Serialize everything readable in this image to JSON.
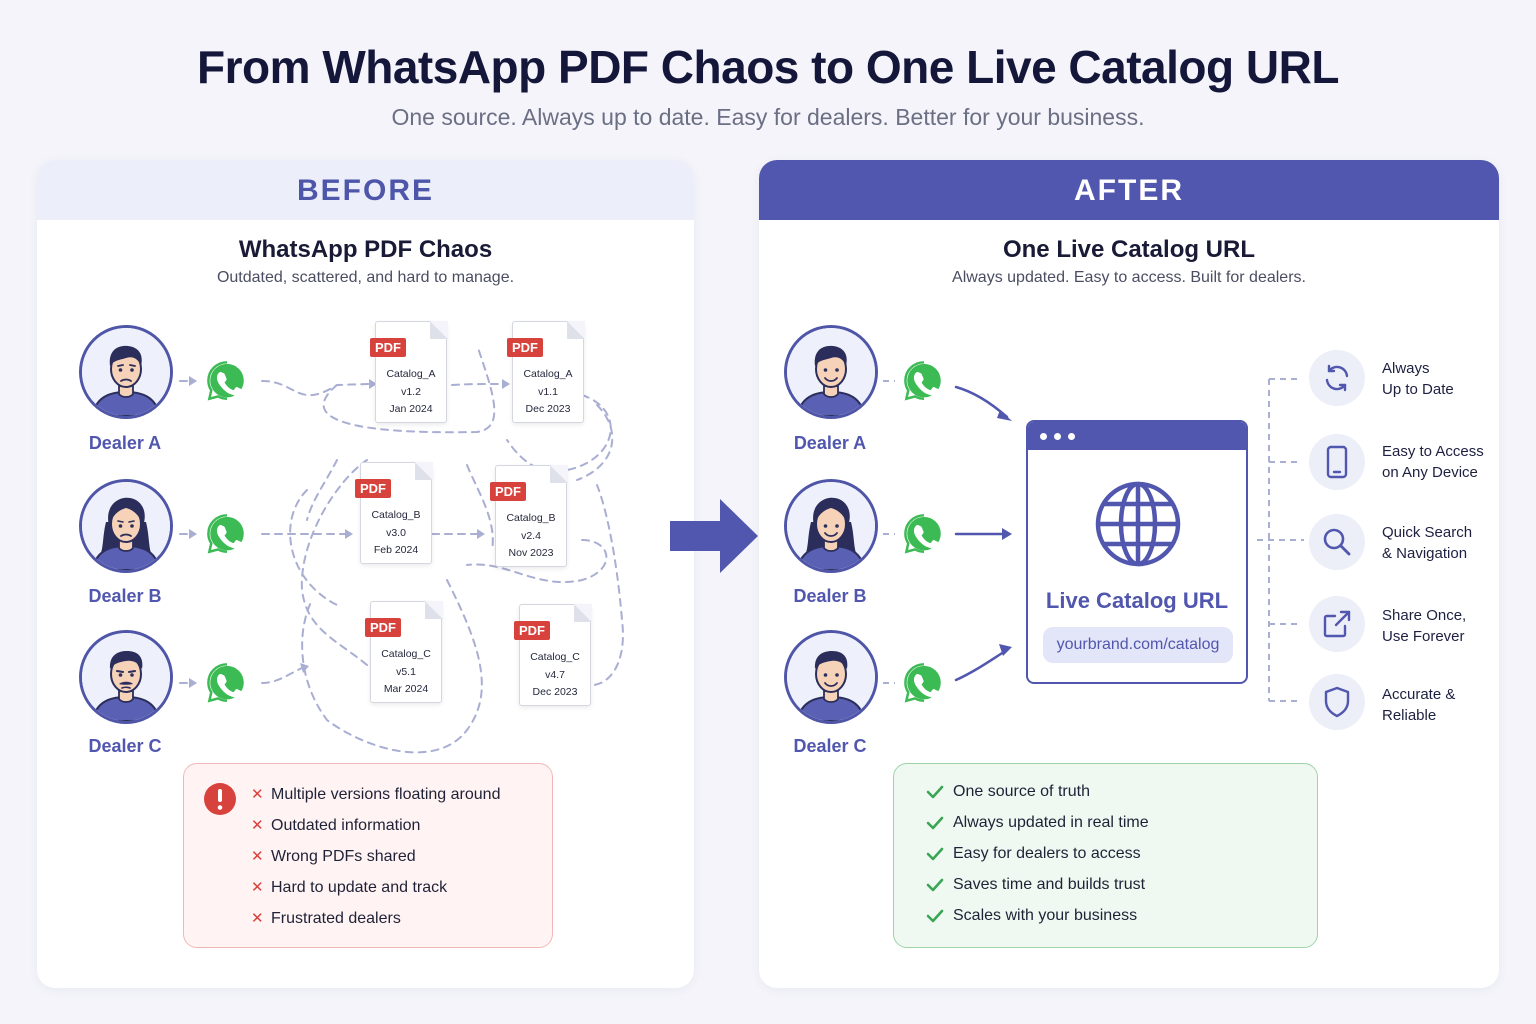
{
  "title": "From WhatsApp PDF Chaos to One Live Catalog URL",
  "subtitle": "One source. Always up to date. Easy for dealers. Better for your business.",
  "before": {
    "header": "BEFORE",
    "title": "WhatsApp PDF Chaos",
    "subtitle": "Outdated, scattered, and hard to manage.",
    "dealers": [
      "Dealer A",
      "Dealer B",
      "Dealer C"
    ],
    "badge": "PDF",
    "docs": [
      {
        "name": "Catalog_A",
        "version": "v1.2",
        "date": "Jan 2024"
      },
      {
        "name": "Catalog_A",
        "version": "v1.1",
        "date": "Dec 2023"
      },
      {
        "name": "Catalog_B",
        "version": "v3.0",
        "date": "Feb 2024"
      },
      {
        "name": "Catalog_B",
        "version": "v2.4",
        "date": "Nov 2023"
      },
      {
        "name": "Catalog_C",
        "version": "v5.1",
        "date": "Mar 2024"
      },
      {
        "name": "Catalog_C",
        "version": "v4.7",
        "date": "Dec 2023"
      }
    ],
    "problems": [
      "Multiple versions floating around",
      "Outdated information",
      "Wrong PDFs shared",
      "Hard to update and track",
      "Frustrated dealers"
    ]
  },
  "after": {
    "header": "AFTER",
    "title": "One Live Catalog URL",
    "subtitle": "Always updated. Easy to access. Built for dealers.",
    "dealers": [
      "Dealer A",
      "Dealer B",
      "Dealer C"
    ],
    "live_label": "Live Catalog URL",
    "url": "yourbrand.com/catalog",
    "features": [
      {
        "line1": "Always",
        "line2": "Up to Date",
        "icon": "refresh-icon"
      },
      {
        "line1": "Easy to Access",
        "line2": "on Any Device",
        "icon": "phone-icon"
      },
      {
        "line1": "Quick Search",
        "line2": "& Navigation",
        "icon": "search-icon"
      },
      {
        "line1": "Share Once,",
        "line2": "Use Forever",
        "icon": "share-icon"
      },
      {
        "line1": "Accurate &",
        "line2": "Reliable",
        "icon": "shield-icon"
      }
    ],
    "benefits": [
      "One source of truth",
      "Always updated in real time",
      "Easy for dealers to access",
      "Saves time and builds trust",
      "Scales with your business"
    ]
  },
  "colors": {
    "accent": "#5157ae",
    "whatsapp": "#3cba54",
    "error": "#d8423c",
    "success": "#3aa655"
  }
}
